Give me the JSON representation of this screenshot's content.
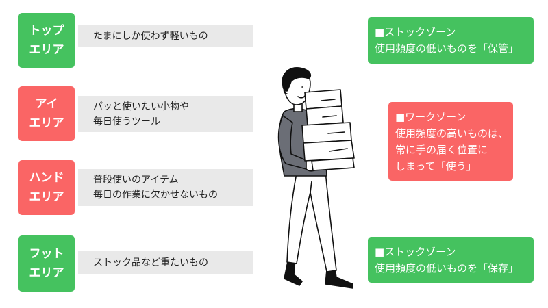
{
  "colors": {
    "green": "#45c25f",
    "red": "#fa6565",
    "desc_bg": "#e9e9e9",
    "shirt": "#6b6e76"
  },
  "zones": [
    {
      "label_line1": "トップ",
      "label_line2": "エリア",
      "color": "#45c25f",
      "desc_line1": "たまにしか使わず軽いもの",
      "desc_line2": ""
    },
    {
      "label_line1": "アイ",
      "label_line2": "エリア",
      "color": "#fa6565",
      "desc_line1": "パッと使いたい小物や",
      "desc_line2": "毎日使うツール"
    },
    {
      "label_line1": "ハンド",
      "label_line2": "エリア",
      "color": "#fa6565",
      "desc_line1": "普段使いのアイテム",
      "desc_line2": "毎日の作業に欠かせないもの"
    },
    {
      "label_line1": "フット",
      "label_line2": "エリア",
      "color": "#45c25f",
      "desc_line1": "ストック品など重たいもの",
      "desc_line2": ""
    }
  ],
  "callouts": {
    "top": {
      "title": "■ストックゾーン",
      "line1": "使用頻度の低いものを「保管」",
      "color": "#45c25f"
    },
    "middle": {
      "title": "■ワークゾーン",
      "line1": "使用頻度の高いものは、",
      "line2": "常に手の届く位置に",
      "line3": "しまって「使う」",
      "color": "#fa6565"
    },
    "bottom": {
      "title": "■ストックゾーン",
      "line1": "使用頻度の低いものを「保存」",
      "color": "#45c25f"
    }
  },
  "illustration": {
    "icon": "person-carrying-boxes-icon"
  }
}
